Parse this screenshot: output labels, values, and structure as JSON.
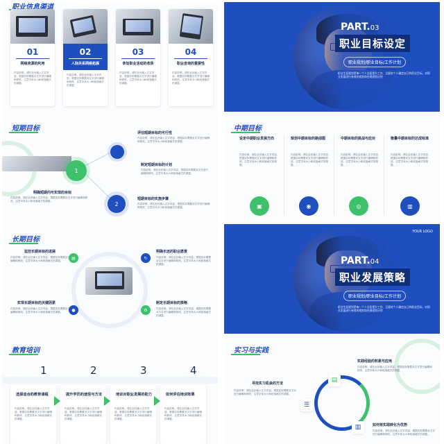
{
  "slides": {
    "s1": {
      "title": "职业信息渠道",
      "items": [
        {
          "num": "01",
          "label": "网络资源的利用"
        },
        {
          "num": "02",
          "label": "人际关系网络拓展"
        },
        {
          "num": "03",
          "label": "参加职业活动的收获"
        },
        {
          "num": "04",
          "label": "职业咨询的重要性"
        }
      ]
    },
    "s2": {
      "part": "PART.",
      "part_num": "03",
      "title": "职业目标设定",
      "subtitle": "职业规划/职业目标/工作计划",
      "desc": "职业生涯规划是每一个人全面提升工作、且要给个人确定自己的职业目标，对职业发展进行有效的规划和合理规划计划"
    },
    "s3": {
      "title": "短期目标",
      "items": [
        {
          "label": "评估短期目标的可行性"
        },
        {
          "label": "制定短期目标的计划"
        },
        {
          "label": "明确短期内可实现的目标"
        },
        {
          "label": "短期目标的实施步骤"
        }
      ],
      "nodes": [
        "1",
        "2"
      ]
    },
    "s4": {
      "title": "中期目标",
      "cols": [
        {
          "label": "设定中期职业发展方向"
        },
        {
          "label": "规划中期目标的路线图"
        },
        {
          "label": "中期目标的挑战与应对"
        },
        {
          "label": "衡量中期目标的达成标准"
        }
      ]
    },
    "s5": {
      "title": "长期目标",
      "items": [
        {
          "label": "监控长期目标的进展"
        },
        {
          "label": "明确长远的职业愿景"
        },
        {
          "label": "实现长期目标的关键因素"
        },
        {
          "label": "制定长期目标的策略"
        }
      ]
    },
    "s6": {
      "logo": "YOUR LOGO",
      "part": "PART.",
      "part_num": "04",
      "title": "职业发展策略",
      "subtitle": "职业规划/职业目标/工作计划",
      "desc": "职业生涯规划是每一个人全面提升工作、且要给个人确定自己的职业目标，对职业发展进行有效的规划和合理规划计划"
    },
    "s7": {
      "title": "教育培训",
      "steps": [
        {
          "num": "1",
          "label": "选择适合的教育课程"
        },
        {
          "num": "2",
          "label": "提升学历的途径与方法"
        },
        {
          "num": "3",
          "label": "培训对职业发展的助力"
        },
        {
          "num": "4",
          "label": "如何评估培训效果"
        }
      ]
    },
    "s8": {
      "title": "实习与实践",
      "items": [
        {
          "label": "实践经验的积累与应用"
        },
        {
          "label": "寻找实习机会的方法"
        },
        {
          "label": "如何将实践转化为优势"
        }
      ]
    },
    "filler": "内容说明，请在此处输入文字内容，根据实际需要对文字进行编辑和修改，注意字体大小和段落格式的调整。"
  },
  "colors": {
    "primary": "#1f4fbf",
    "green": "#3fc06a",
    "dark": "#0f2f7a"
  }
}
